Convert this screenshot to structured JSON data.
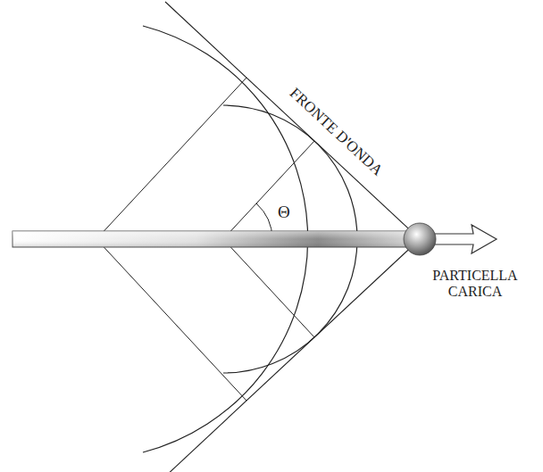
{
  "diagram": {
    "labels": [
      "FRONTE D'ONDA",
      "Θ",
      "PARTICELLA CARICA"
    ]
  }
}
